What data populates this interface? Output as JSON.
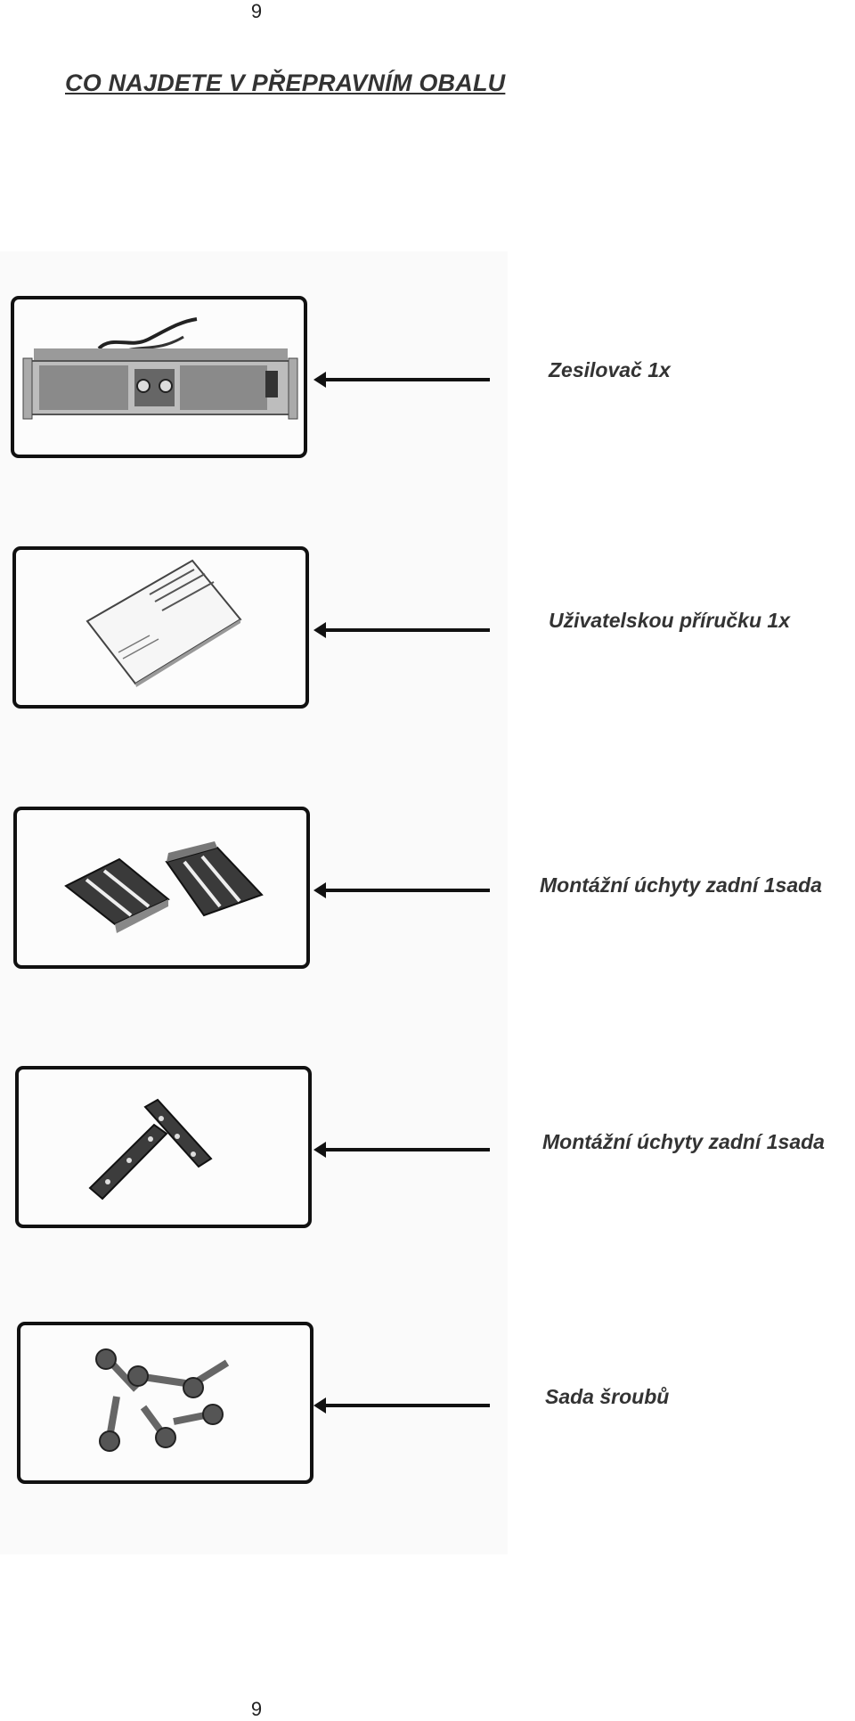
{
  "page": {
    "number_top": "9",
    "number_bottom": "9",
    "title": "CO NAJDETE V PŘEPRAVNÍM OBALU"
  },
  "items": [
    {
      "label": "Zesilovač 1x",
      "image": "amplifier"
    },
    {
      "label": "Uživatelskou příručku 1x",
      "image": "manual"
    },
    {
      "label": "Montážní úchyty zadní 1sada",
      "image": "rear-brackets"
    },
    {
      "label": "Montážní úchyty zadní 1sada",
      "image": "flat-brackets"
    },
    {
      "label": "Sada šroubů",
      "image": "screws"
    }
  ]
}
